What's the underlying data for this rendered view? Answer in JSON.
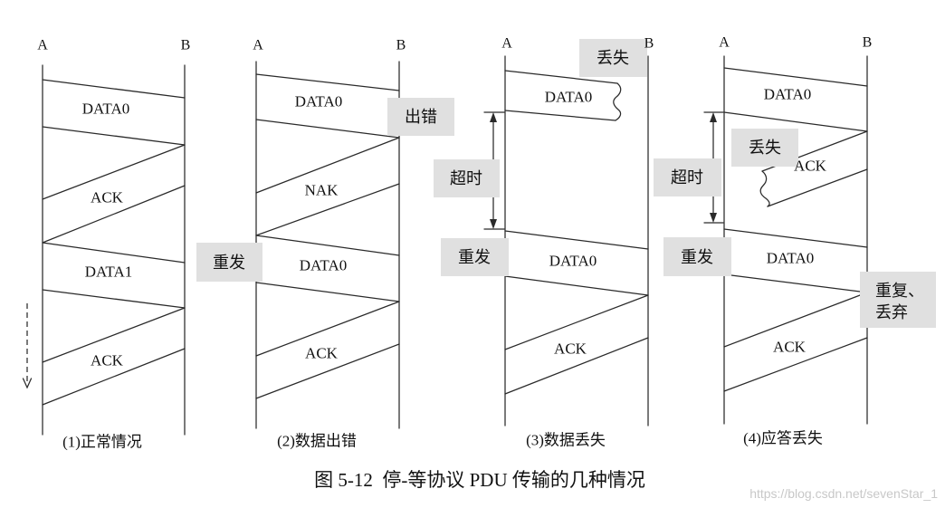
{
  "colors": {
    "background": "#ffffff",
    "line": "#2a2a2a",
    "text": "#111111",
    "callout_fill": "#e0e0e0",
    "watermark": "#c8c8c8"
  },
  "panels": [
    {
      "node_a": "A",
      "node_b": "B",
      "frames": [
        "DATA0",
        "ACK",
        "DATA1",
        "ACK"
      ],
      "callouts": [],
      "caption": "(1)正常情况"
    },
    {
      "node_a": "A",
      "node_b": "B",
      "frames": [
        "DATA0",
        "NAK",
        "DATA0",
        "ACK"
      ],
      "callouts": [
        [
          "出错"
        ],
        [
          "重发"
        ]
      ],
      "caption": "(2)数据出错"
    },
    {
      "node_a": "A",
      "node_b": "B",
      "frames": [
        "DATA0",
        "DATA0",
        "ACK"
      ],
      "callouts": [
        [
          "丢失"
        ],
        [
          "超时"
        ],
        [
          "重发"
        ]
      ],
      "caption": "(3)数据丢失"
    },
    {
      "node_a": "A",
      "node_b": "B",
      "frames": [
        "DATA0",
        "ACK",
        "DATA0",
        "ACK"
      ],
      "callouts": [
        [
          "丢失"
        ],
        [
          "超时"
        ],
        [
          "重发"
        ],
        [
          "重复、",
          "丢弃"
        ]
      ],
      "caption": "(4)应答丢失"
    }
  ],
  "figure_caption": "图 5-12  停-等协议 PDU 传输的几种情况",
  "watermark": "https://blog.csdn.net/sevenStar_1"
}
